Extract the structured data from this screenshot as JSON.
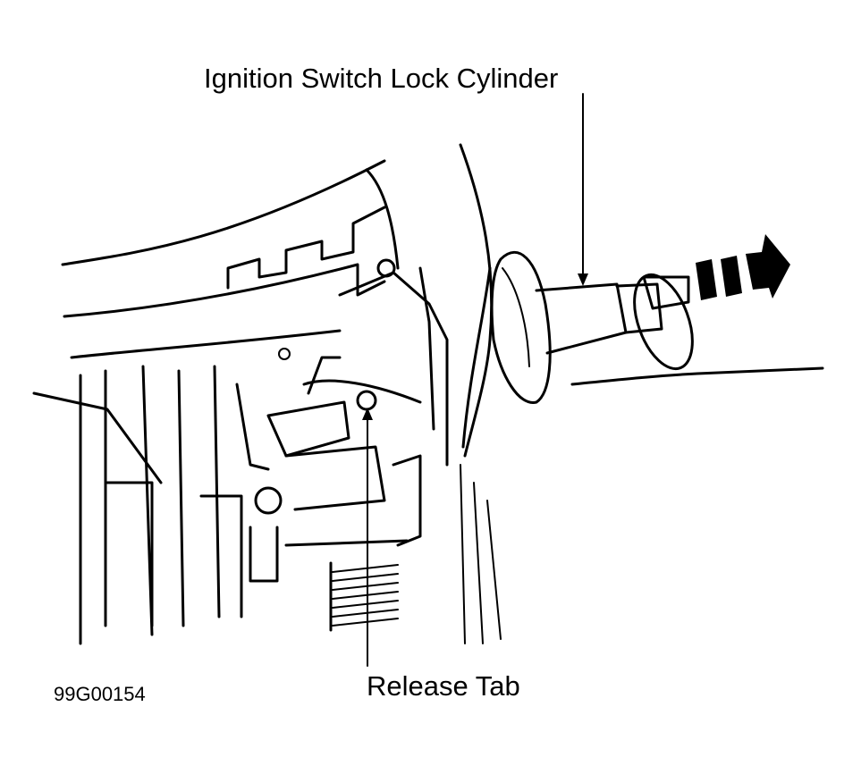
{
  "labels": {
    "lock_cylinder": "Ignition Switch Lock Cylinder",
    "release_tab": "Release Tab",
    "figure_id": "99G00154"
  },
  "colors": {
    "line": "#000000",
    "background": "#ffffff"
  },
  "icons": {
    "removal_direction": "dashed-arrow-right-icon"
  }
}
